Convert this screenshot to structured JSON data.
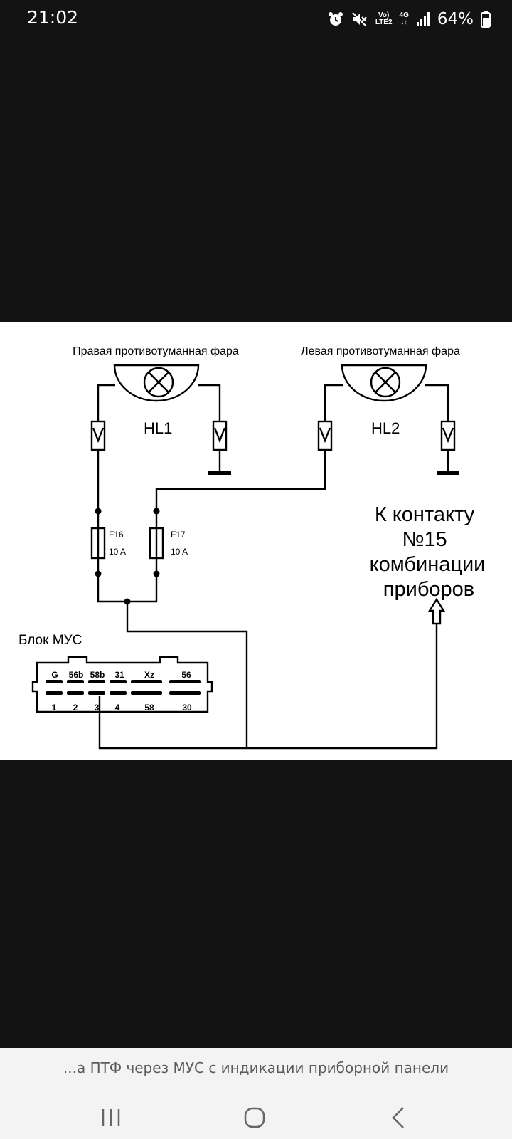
{
  "status": {
    "time": "21:02",
    "volte": "Vo)",
    "lte": "LTE2",
    "net": "4G",
    "battery": "64%",
    "icons": [
      "alarm-icon",
      "mute-icon",
      "volte-icon",
      "4g-icon",
      "signal-icon",
      "battery-icon"
    ]
  },
  "diagram": {
    "lamp_right_label": "Правая противотуманная фара",
    "lamp_left_label": "Левая противотуманная фара",
    "hl1": "HL1",
    "hl2": "HL2",
    "f16": "F16",
    "f16_rating": "10 A",
    "f17": "F17",
    "f17_rating": "10 A",
    "block_label": "Блок МУС",
    "pins_top": [
      "G",
      "56b",
      "58b",
      "31",
      "Xz",
      "56"
    ],
    "pins_bottom": [
      "1",
      "2",
      "3",
      "4",
      "58",
      "30"
    ],
    "note_line1": "К контакту",
    "note_line2": "№15",
    "note_line3": "комбинации",
    "note_line4": "приборов"
  },
  "caption": "...а ПТФ через МУС с индикации приборной панели",
  "nav": {
    "recent_icon": "recent-apps-icon",
    "home_icon": "home-icon",
    "back_icon": "back-icon"
  }
}
